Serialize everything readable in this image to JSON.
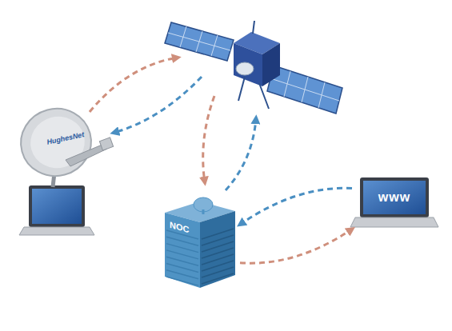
{
  "diagram": {
    "nodes": [
      {
        "text": [
          "HughesNet"
        ]
      },
      {
        "text": [
          "NOC"
        ]
      },
      {
        "text": [
          "www"
        ]
      }
    ],
    "edges": [
      {
        "from": 2,
        "to": 1,
        "arrow": "to"
      },
      {
        "from": 1,
        "to": 2,
        "arrow": "to"
      }
    ]
  }
}
